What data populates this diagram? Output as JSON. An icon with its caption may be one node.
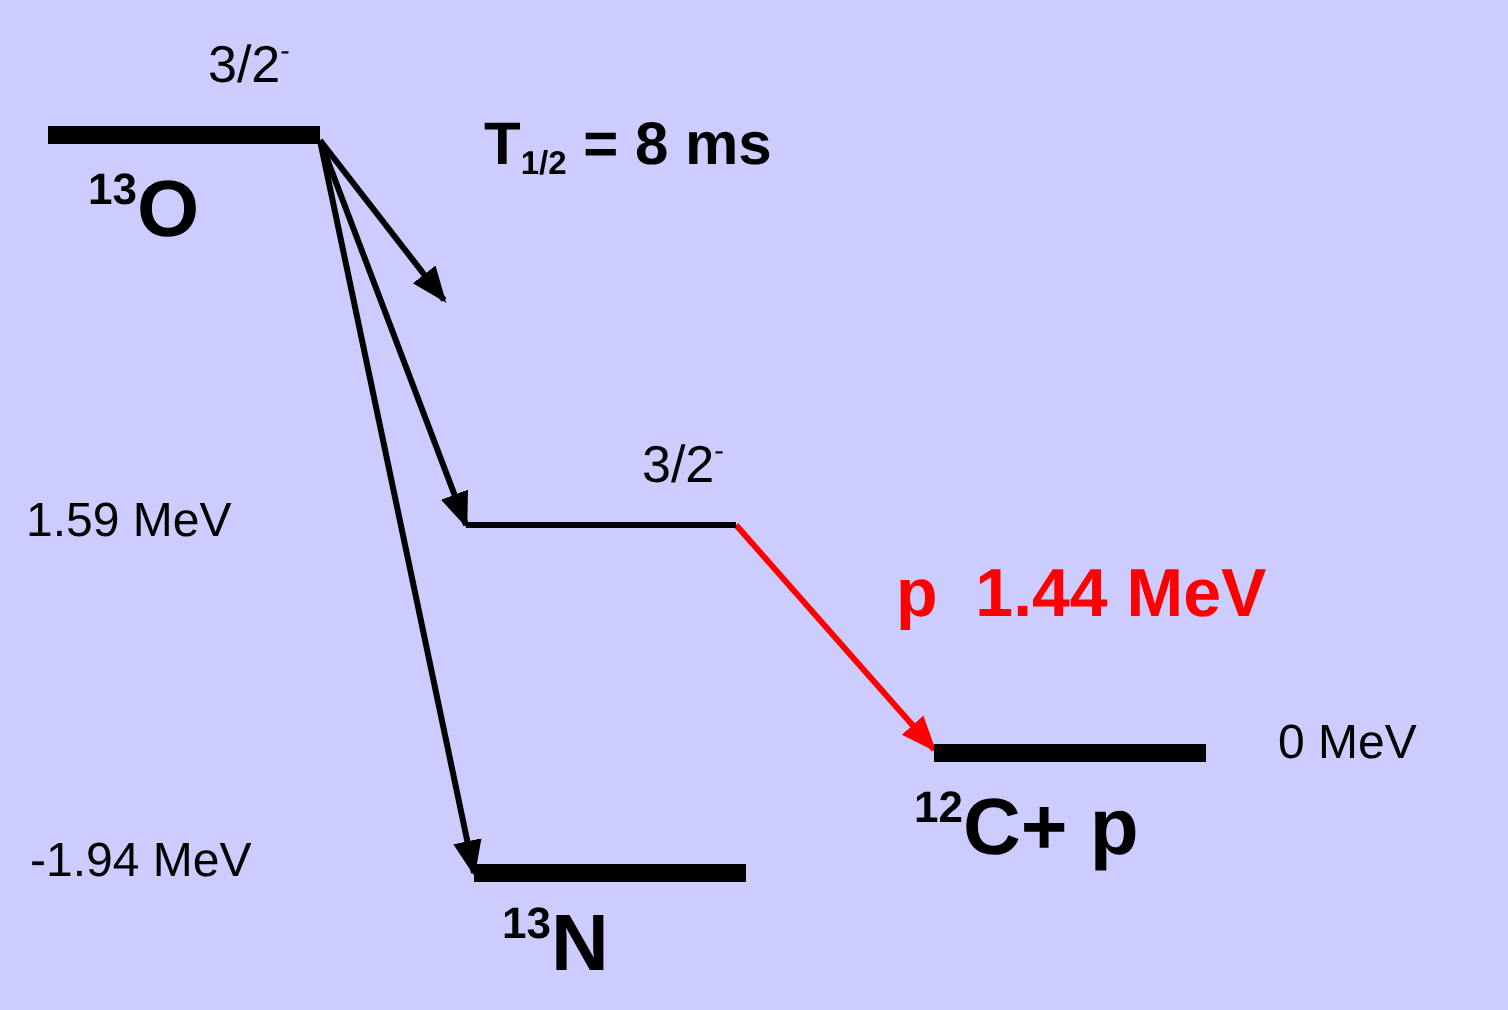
{
  "diagram": {
    "nodes": [
      {
        "text": [
          "3/2$^{-}$",
          "$^{13}$O"
        ]
      },
      {
        "text": [
          "3/2$^{-}$"
        ]
      },
      {
        "text": [
          "$^{13}$N"
        ]
      },
      {
        "text": [
          "$^{12}$C+ p"
        ],
        "beside": [
          "0 MeV"
        ]
      }
    ],
    "edges": [
      {
        "from": 0,
        "to": null,
        "arrow": "to"
      },
      {
        "from": 0,
        "to": 1,
        "arrow": "to"
      },
      {
        "from": 0,
        "to": 2,
        "arrow": "to"
      },
      {
        "from": 1,
        "to": 3,
        "arrow": "to",
        "label": "p  1.44 MeV",
        "color": "#ff0000"
      }
    ],
    "labels": [
      "T$_{1/2}$ = 8 ms",
      "1.59 MeV",
      "-1.94 MeV"
    ]
  }
}
